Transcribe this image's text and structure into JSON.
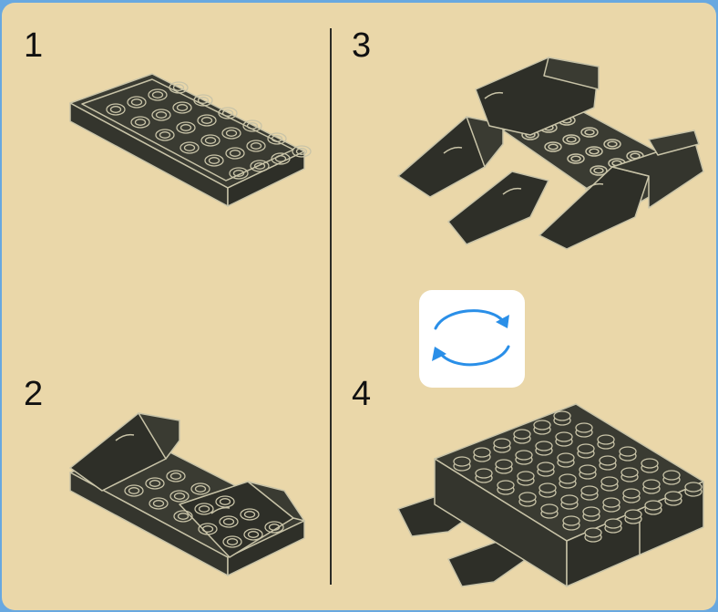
{
  "steps": [
    {
      "number": "1"
    },
    {
      "number": "2"
    },
    {
      "number": "3"
    },
    {
      "number": "4"
    }
  ],
  "colors": {
    "border": "#68a8e0",
    "panel": "#ead7a9",
    "brick": "#3a3b32",
    "outline": "#c9c4a8",
    "rotate_arrow": "#2a8fe8"
  },
  "icons": {
    "rotate": "rotate-model-icon"
  }
}
